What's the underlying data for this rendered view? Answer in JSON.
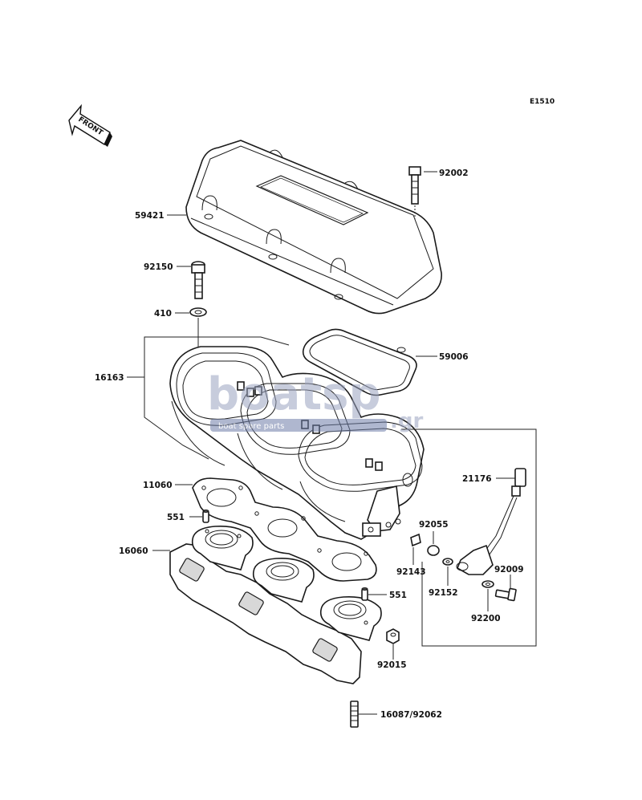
{
  "diagram_code": "E1510",
  "front_label": "FRONT",
  "watermark": {
    "main": "boatsp",
    "suffix": ".gr",
    "tagline": "boat spare parts"
  },
  "parts": {
    "p92002": "92002",
    "p59421": "59421",
    "p92150": "92150",
    "p410": "410",
    "p59006": "59006",
    "p16163": "16163",
    "p11060": "11060",
    "p551a": "551",
    "p16060": "16060",
    "p21176": "21176",
    "p92055": "92055",
    "p92009": "92009",
    "p92143": "92143",
    "p92152": "92152",
    "p92200": "92200",
    "p551b": "551",
    "p92015": "92015",
    "p16087": "16087/92062"
  }
}
